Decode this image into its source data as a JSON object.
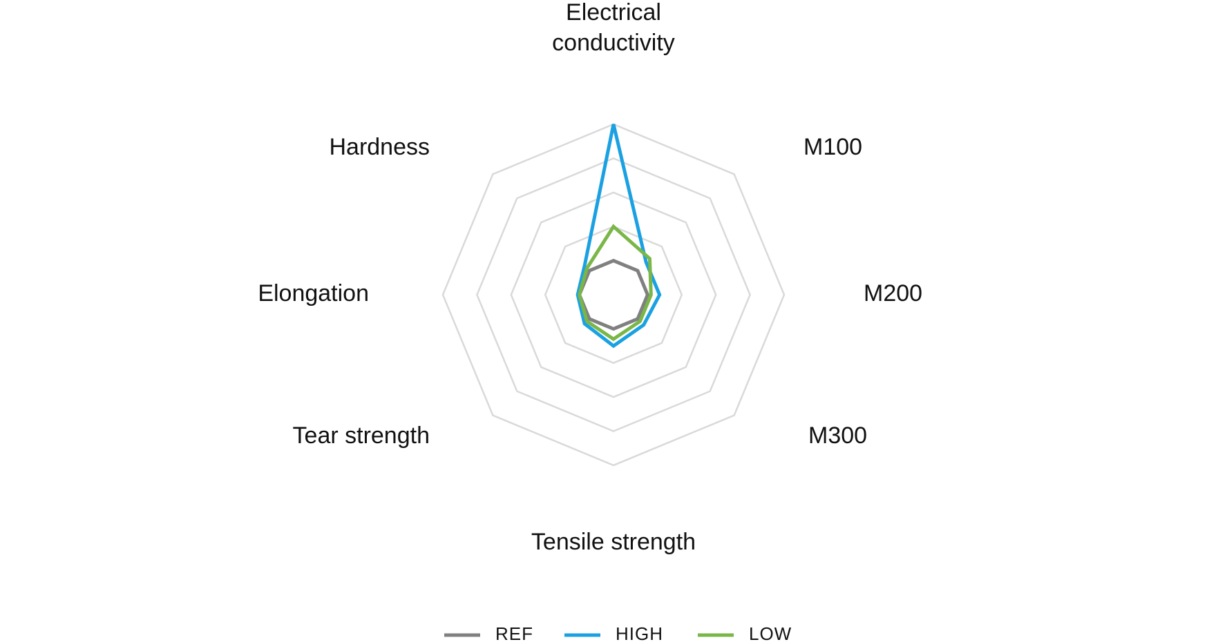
{
  "chart_data": {
    "type": "radar",
    "axes": [
      [
        "Electrical",
        "conductivity"
      ],
      [
        "M100"
      ],
      [
        "M200"
      ],
      [
        "M300"
      ],
      [
        "Tensile strength"
      ],
      [
        "Tear strength"
      ],
      [
        "Elongation"
      ],
      [
        "Hardness"
      ]
    ],
    "rmax": 5,
    "grid_levels": [
      1,
      2,
      3,
      4,
      5
    ],
    "grid": true,
    "legend_position": "bottom",
    "series": [
      {
        "name": "REF",
        "color": "#808080",
        "values": [
          1.0,
          1.0,
          1.0,
          1.0,
          1.0,
          1.0,
          1.0,
          1.0
        ]
      },
      {
        "name": "HIGH",
        "color": "#1ba1e2",
        "values": [
          5.0,
          1.35,
          1.35,
          1.25,
          1.5,
          1.2,
          1.05,
          1.2
        ]
      },
      {
        "name": "LOW",
        "color": "#7ab648",
        "values": [
          2.0,
          1.5,
          1.1,
          1.1,
          1.3,
          1.1,
          1.0,
          1.1
        ]
      }
    ]
  }
}
